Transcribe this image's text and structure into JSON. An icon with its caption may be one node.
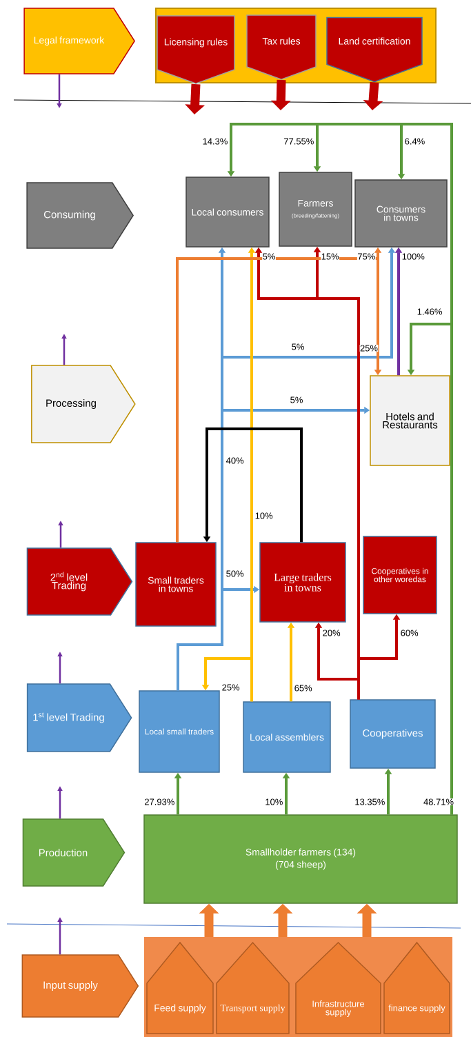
{
  "diagram": {
    "nodes": [
      {
        "text": [
          "Legal framework"
        ]
      },
      {
        "text": [],
        "shape": "box"
      },
      {
        "text": [
          "Licensing rules"
        ],
        "in": 1
      },
      {
        "text": [
          "Tax rules"
        ],
        "in": 1
      },
      {
        "text": [
          "Land certification"
        ],
        "in": 1
      },
      {
        "text": [
          "Consuming"
        ]
      },
      {
        "text": [
          "Local consumers"
        ]
      },
      {
        "text": [
          "Farmers",
          "(breeding/fattening)"
        ]
      },
      {
        "text": [
          "Consumers in towns"
        ]
      },
      {
        "text": [
          "Processing"
        ]
      },
      {
        "text": [
          "Hotels and Restaurants"
        ]
      },
      {
        "text": [
          "2$^{nd}$ level Trading"
        ]
      },
      {
        "text": [
          "Small traders in towns"
        ]
      },
      {
        "text": [
          "Large traders in towns"
        ]
      },
      {
        "text": [
          "Cooperatives in other woredas"
        ]
      },
      {
        "text": [
          "1$^{st}$ level Trading"
        ]
      },
      {
        "text": [
          "Local small traders"
        ]
      },
      {
        "text": [
          "Local assemblers"
        ]
      },
      {
        "text": [
          "Cooperatives"
        ]
      },
      {
        "text": [
          "Production"
        ]
      },
      {
        "text": [
          "Smallholder farmers (134)",
          "(704 sheep)"
        ]
      },
      {
        "text": [
          "Input supply"
        ]
      },
      {
        "text": [],
        "shape": "box"
      },
      {
        "text": [
          "Feed supply"
        ],
        "in": 22
      },
      {
        "text": [
          "Transport supply"
        ],
        "in": 22
      },
      {
        "text": [
          "Infrastructure supply"
        ],
        "in": 22
      },
      {
        "text": [
          "finance supply"
        ],
        "in": 22
      }
    ],
    "edges": [
      {
        "from": 0,
        "to": null,
        "arrow": "to",
        "color": "#7030a0"
      },
      {
        "from": 9,
        "to": null,
        "arrow": "to",
        "color": "#7030a0"
      },
      {
        "from": 11,
        "to": null,
        "arrow": "to",
        "color": "#7030a0"
      },
      {
        "from": 15,
        "to": null,
        "arrow": "to",
        "color": "#7030a0"
      },
      {
        "from": 19,
        "to": null,
        "arrow": "to",
        "color": "#7030a0"
      },
      {
        "from": 21,
        "to": null,
        "arrow": "to",
        "color": "#7030a0"
      },
      {
        "from": 2,
        "to": null,
        "arrow": "to",
        "style": "thick",
        "color": "#c00000"
      },
      {
        "from": 3,
        "to": null,
        "arrow": "to",
        "style": "thick",
        "color": "#c00000"
      },
      {
        "from": 4,
        "to": null,
        "arrow": "to",
        "style": "thick",
        "color": "#c00000"
      },
      {
        "from": 22,
        "to": 20,
        "arrow": "to",
        "style": "thick",
        "color": "#ed7d31"
      },
      {
        "from": 22,
        "to": 20,
        "arrow": "to",
        "style": "thick",
        "color": "#ed7d31"
      },
      {
        "from": 22,
        "to": 20,
        "arrow": "to",
        "style": "thick",
        "color": "#ed7d31"
      },
      {
        "from": 20,
        "to": 16,
        "arrow": "to",
        "label": "27.93%",
        "color": "#5a9a3a"
      },
      {
        "from": 20,
        "to": 17,
        "arrow": "to",
        "label": "10%",
        "color": "#5a9a3a"
      },
      {
        "from": 20,
        "to": 18,
        "arrow": "to",
        "label": "13.35%",
        "color": "#5a9a3a"
      },
      {
        "from": 20,
        "to": 6,
        "arrow": "to",
        "label": "14.3%",
        "color": "#5a9a3a"
      },
      {
        "from": 20,
        "to": 7,
        "arrow": "to",
        "label": "77.55%",
        "color": "#5a9a3a"
      },
      {
        "from": 20,
        "to": 8,
        "arrow": "to",
        "label": "6.4%",
        "color": "#5a9a3a"
      },
      {
        "from": 20,
        "to": 10,
        "arrow": "to",
        "label": "1.46%",
        "color": "#5a9a3a"
      },
      {
        "from": 16,
        "to": 6,
        "arrow": "to",
        "label": "40%",
        "color": "#5b9bd5"
      },
      {
        "from": 16,
        "to": 13,
        "arrow": "to",
        "label": "50%",
        "color": "#5b9bd5"
      },
      {
        "from": 16,
        "to": 10,
        "arrow": "to",
        "label": "5%",
        "color": "#5b9bd5"
      },
      {
        "from": 16,
        "to": 8,
        "arrow": "to",
        "label": "5%",
        "color": "#5b9bd5"
      },
      {
        "from": 17,
        "to": 6,
        "arrow": "to",
        "label": "10%",
        "color": "#ffc000"
      },
      {
        "from": 17,
        "to": 13,
        "arrow": "to",
        "label": "65%",
        "color": "#ffc000"
      },
      {
        "from": 17,
        "to": 16,
        "arrow": "to",
        "label": "25%",
        "color": "#ffc000"
      },
      {
        "from": 18,
        "to": 6,
        "arrow": "to",
        "label": "5%",
        "color": "#c00000"
      },
      {
        "from": 18,
        "to": 7,
        "arrow": "to",
        "label": "15%",
        "color": "#c00000"
      },
      {
        "from": 18,
        "to": 13,
        "arrow": "to",
        "label": "20%",
        "color": "#c00000"
      },
      {
        "from": 18,
        "to": 14,
        "arrow": "to",
        "label": "60%",
        "color": "#c00000"
      },
      {
        "from": 12,
        "to": 10,
        "arrow": "to",
        "label": "25%",
        "color": "#ed7d31"
      },
      {
        "from": 12,
        "to": 8,
        "arrow": "to",
        "label": "75%",
        "color": "#ed7d31"
      },
      {
        "from": 13,
        "to": 12,
        "arrow": "to",
        "color": "#000000"
      },
      {
        "from": 10,
        "to": 8,
        "arrow": "to",
        "label": "100%",
        "color": "#7030a0"
      }
    ],
    "labels": [
      "48.71%"
    ]
  }
}
